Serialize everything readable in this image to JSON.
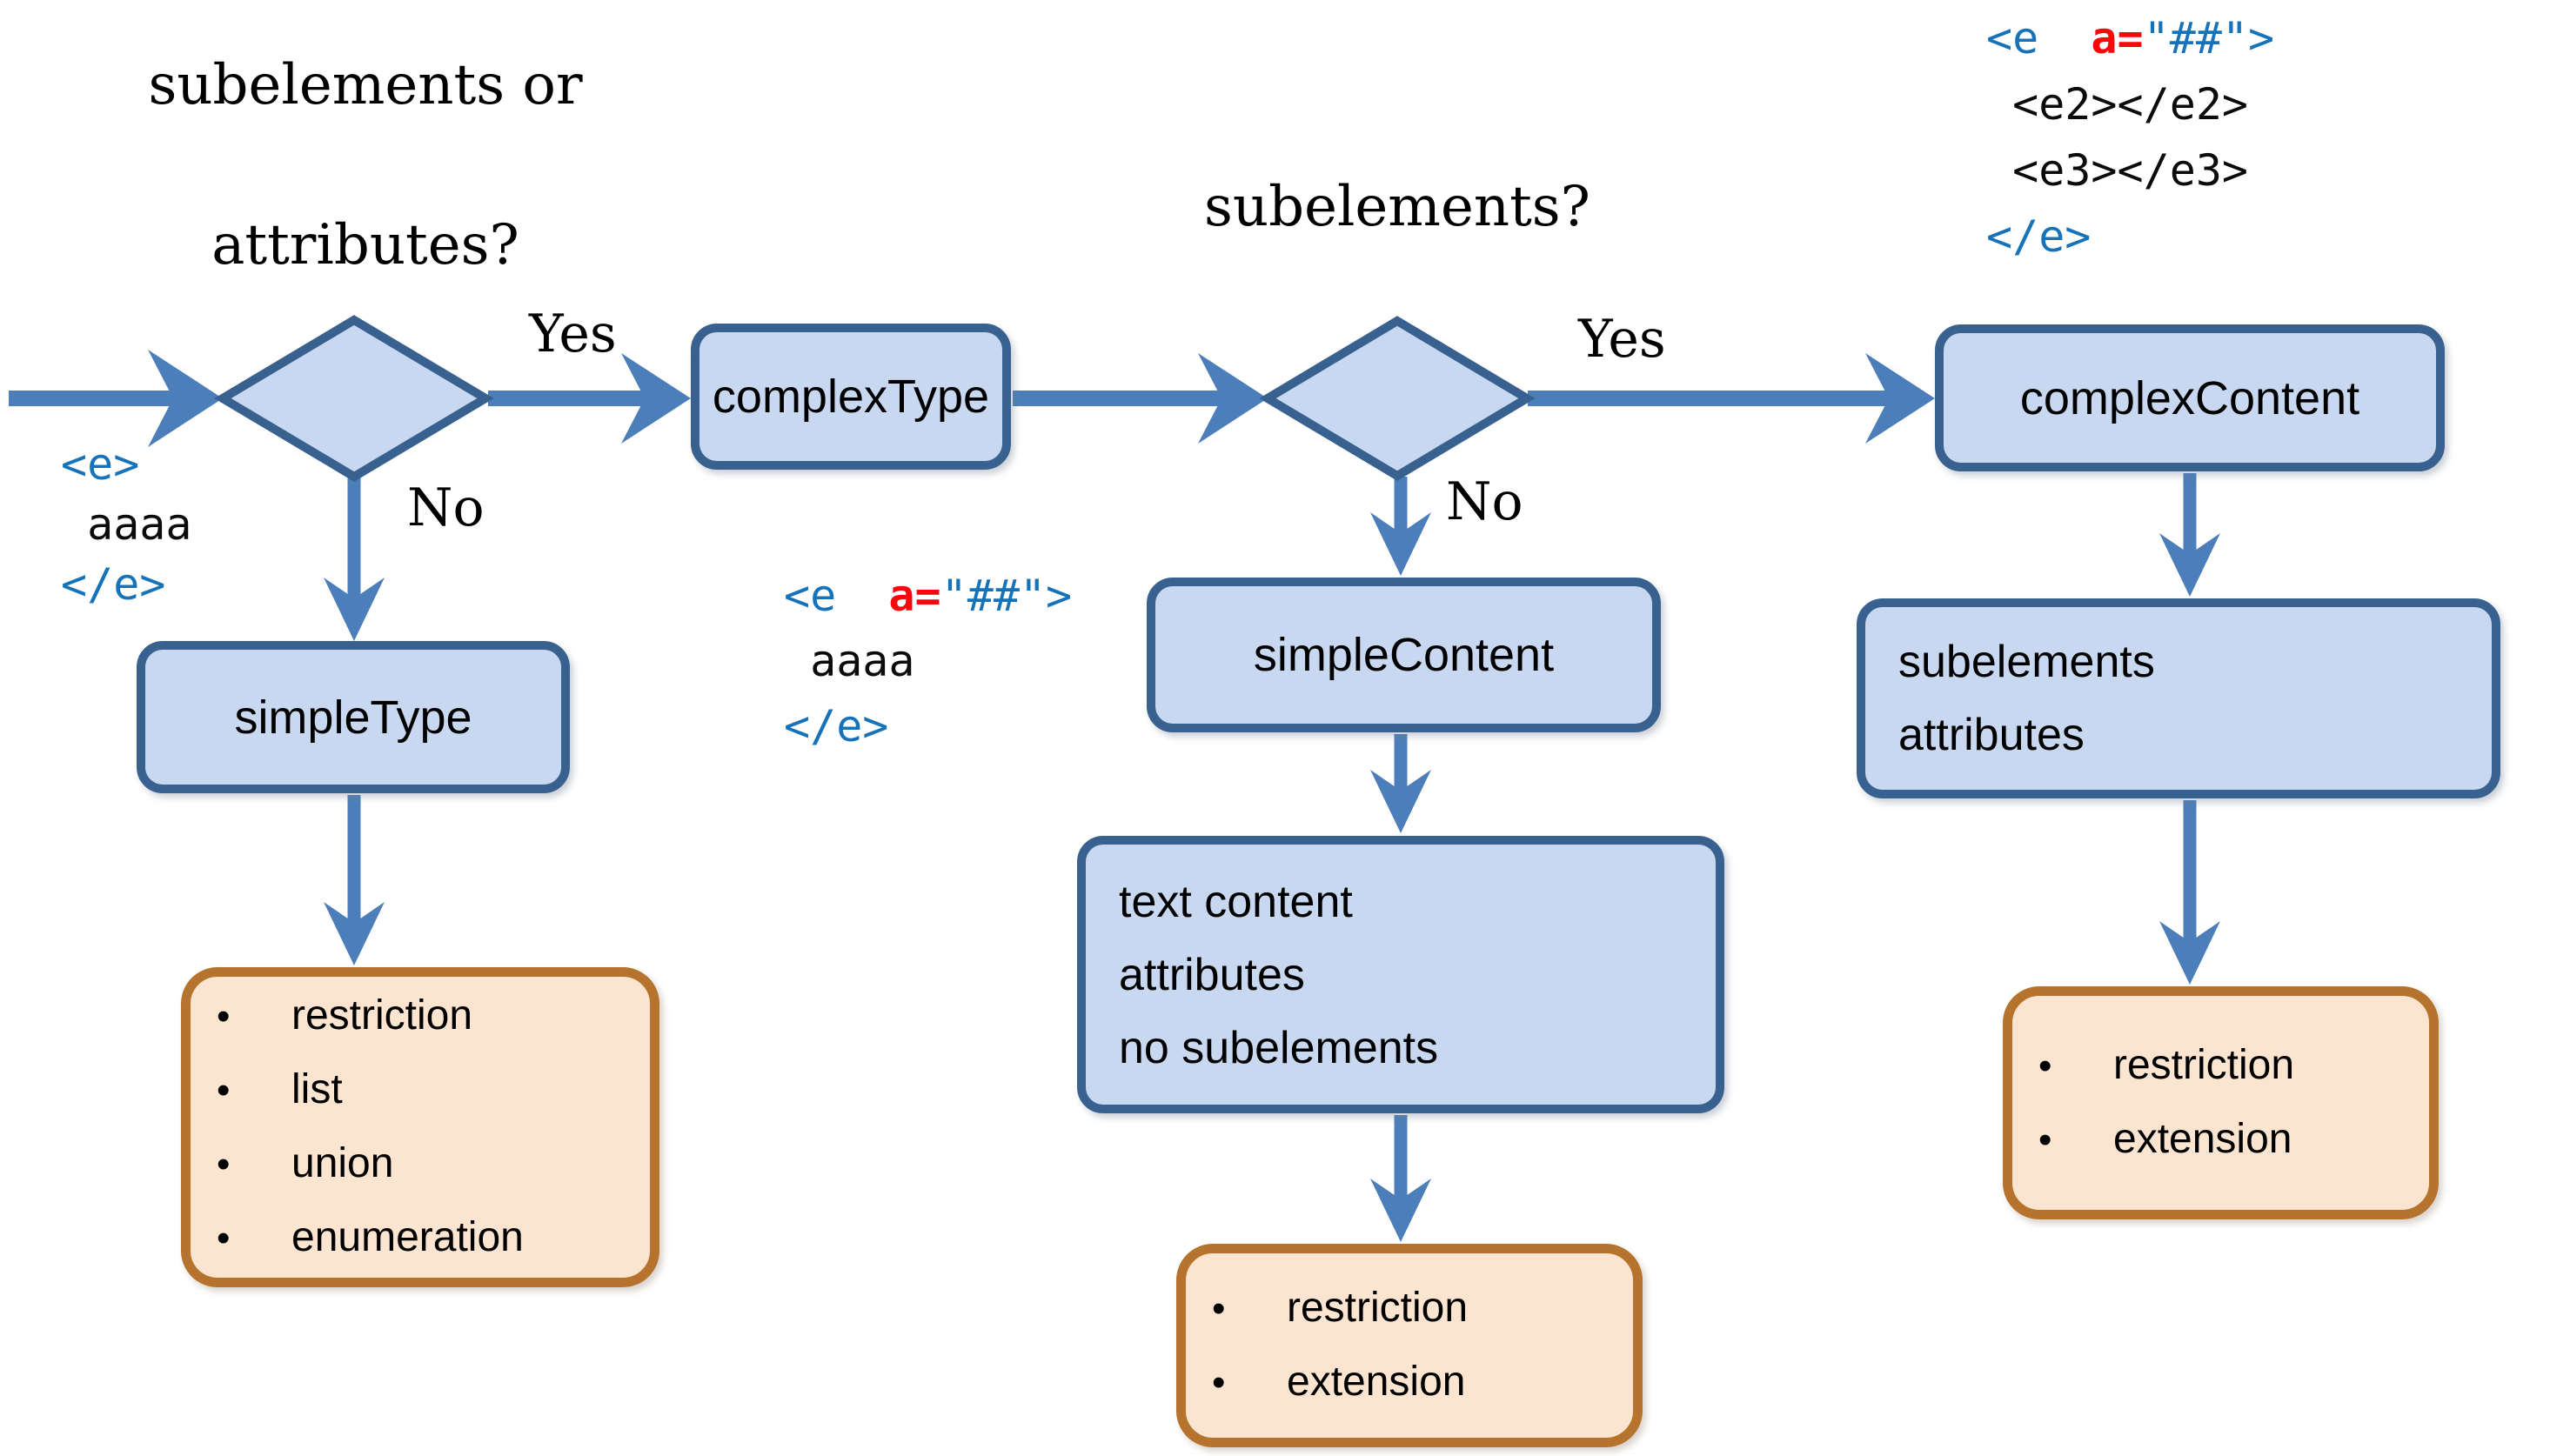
{
  "titles": {
    "left_line1": "subelements or",
    "left_line2": "attributes?",
    "middle": "subelements?"
  },
  "decision_labels": {
    "yes1": "Yes",
    "no1": "No",
    "yes2": "Yes",
    "no2": "No"
  },
  "nodes": {
    "complex_type": "complexType",
    "simple_type": "simpleType",
    "simple_content": "simpleContent",
    "complex_content": "complexContent",
    "text_content_line1": "text content",
    "text_content_line2": "attributes",
    "text_content_line3": "no subelements",
    "subelements_line1": "subelements",
    "subelements_line2": "attributes"
  },
  "bullet_char": "•",
  "option_boxes": {
    "simple_type_options": [
      "restriction",
      "list",
      "union",
      "enumeration"
    ],
    "simple_content_options": [
      "restriction",
      "extension"
    ],
    "complex_content_options": [
      "restriction",
      "extension"
    ]
  },
  "snippets": {
    "left": {
      "lines": [
        [
          [
            "b",
            "<e>"
          ]
        ],
        [
          [
            "k",
            " aaaa"
          ]
        ],
        [
          [
            "b",
            "</e>"
          ]
        ]
      ]
    },
    "middle": {
      "lines": [
        [
          [
            "b",
            "<e  "
          ],
          [
            "r",
            "a="
          ],
          [
            "b",
            "\"##\">"
          ]
        ],
        [
          [
            "k",
            " aaaa"
          ]
        ],
        [
          [
            "b",
            "</e>"
          ]
        ]
      ]
    },
    "top_right": {
      "lines": [
        [
          [
            "b",
            "<e  "
          ],
          [
            "r",
            "a="
          ],
          [
            "b",
            "\"##\">"
          ]
        ],
        [
          [
            "k",
            " <e2></e2>"
          ]
        ],
        [
          [
            "k",
            " <e3></e3>"
          ]
        ],
        [
          [
            "b",
            "</e>"
          ]
        ]
      ]
    }
  },
  "colors": {
    "node_fill": "#C9D8F1",
    "node_border": "#38618F",
    "arrow": "#4C7FBA",
    "option_fill": "#FBE5D1",
    "option_border": "#B5732E",
    "code_blue": "#1773B9",
    "code_red": "#F8070B"
  }
}
